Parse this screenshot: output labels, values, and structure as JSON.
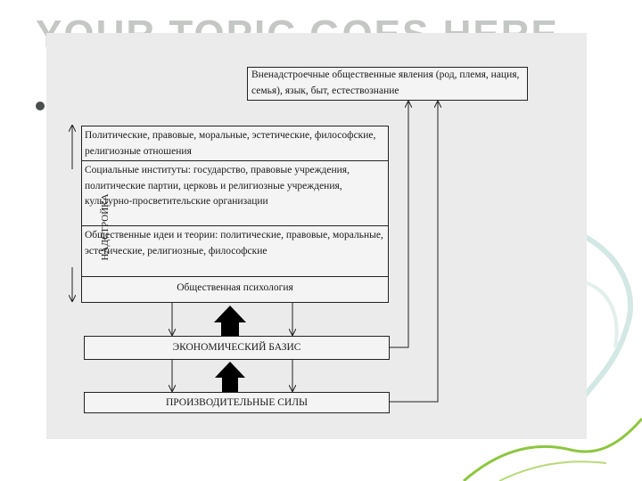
{
  "background": {
    "title": "YOUR TOPIC GOES HERE"
  },
  "diagram": {
    "outer_phenomena": "Вненадстроечные общественные явления (род, племя, нация, семья), язык, быт, естествознание",
    "superstructure_label": "НАДСТРОЙКА",
    "superstructure": {
      "relations": "Политические, правовые, моральные, эстетические, философские, религиозные отношения",
      "institutions": "Социальные институты: государство, правовые учреждения, политические партии, церковь и религиозные учреждения, культурно-просветительские организации",
      "ideas": "Общественные идеи и теории: политические, правовые, моральные, эстетические, религиозные, философские",
      "psychology": "Общественная психология"
    },
    "economic_base": "ЭКОНОМИЧЕСКИЙ БАЗИС",
    "productive_forces": "ПРОИЗВОДИТЕЛЬНЫЕ СИЛЫ"
  },
  "colors": {
    "panel": "#ebebeb",
    "box": "#f4f4f4",
    "line": "#222222",
    "decor_green": "#8dc63f",
    "decor_teal": "#d3e8e4"
  }
}
